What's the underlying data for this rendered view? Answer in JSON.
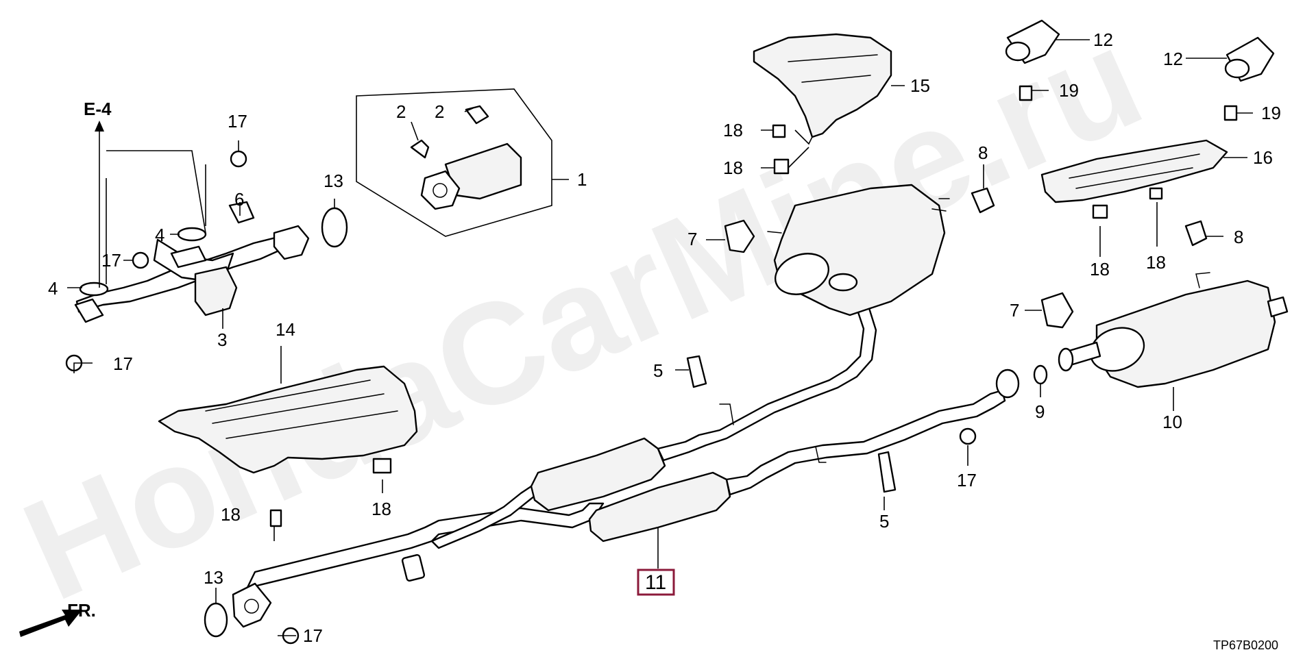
{
  "diagram": {
    "ref_code": "TP67B0200",
    "section_ref": "E-4",
    "front_marker": "FR.",
    "watermark": "HondaCarMine.ru",
    "highlight_color": "#8b1a3a",
    "highlighted_part": "11",
    "callouts": {
      "c1": "1",
      "c2a": "2",
      "c2b": "2",
      "c3": "3",
      "c4a": "4",
      "c4b": "4",
      "c5a": "5",
      "c5b": "5",
      "c6": "6",
      "c7a": "7",
      "c7b": "7",
      "c8a": "8",
      "c8b": "8",
      "c9": "9",
      "c10": "10",
      "c11": "11",
      "c12a": "12",
      "c12b": "12",
      "c13a": "13",
      "c13b": "13",
      "c14": "14",
      "c15": "15",
      "c16": "16",
      "c17a": "17",
      "c17b": "17",
      "c17c": "17",
      "c17d": "17",
      "c17e": "17",
      "c18a": "18",
      "c18b": "18",
      "c18c": "18",
      "c18d": "18",
      "c18e": "18",
      "c18f": "18",
      "c19a": "19",
      "c19b": "19"
    }
  }
}
